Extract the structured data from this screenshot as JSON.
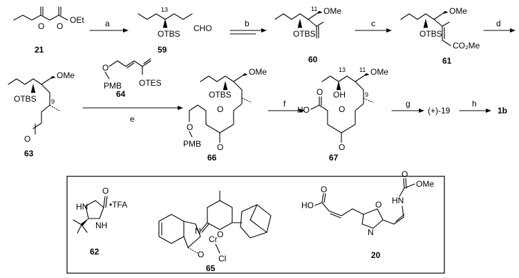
{
  "compounds": {
    "c21": {
      "number": "21",
      "labels": {
        "ester": "OEt",
        "ketone_o": "O",
        "acid_o": "O"
      }
    },
    "c59": {
      "number": "59",
      "labels": {
        "locant": "13",
        "aldehyde": "CHO",
        "otbs": "OTBS"
      }
    },
    "c60": {
      "number": "60",
      "labels": {
        "locant": "11",
        "ome": "OMe",
        "otbs": "OTBS"
      }
    },
    "c61": {
      "number": "61",
      "labels": {
        "ome": "OMe",
        "otbs": "OTBS",
        "ester": "CO₂Me"
      }
    },
    "c63": {
      "number": "63",
      "labels": {
        "ome": "OMe",
        "otbs": "OTBS",
        "locant": "9",
        "aldehyde_o": "O"
      }
    },
    "c64": {
      "number": "64",
      "labels": {
        "o": "O",
        "pmb": "PMB",
        "otes": "OTES"
      }
    },
    "c66": {
      "number": "66",
      "labels": {
        "ome": "OMe",
        "otbs": "OTBS",
        "ring_o": "O",
        "chain_o": "O",
        "pmb": "PMB",
        "ketone_o": "O"
      }
    },
    "c67": {
      "number": "67",
      "labels": {
        "locant13": "13",
        "locant11": "11",
        "locant9": "9",
        "oh": "OH",
        "ome": "OMe",
        "acid_ho": "HO",
        "acid_o": "O",
        "ring_o": "O",
        "ketone_o": "O"
      }
    },
    "c19": {
      "label": "(+)-19"
    },
    "c1b": {
      "label": "1b"
    },
    "c62": {
      "number": "62",
      "labels": {
        "o": "O",
        "hn": "HN",
        "nh": "NH",
        "tfa": "•TFA"
      }
    },
    "c65": {
      "number": "65",
      "labels": {
        "n": "N",
        "cr": "Cr",
        "cl": "Cl",
        "o1": "O",
        "o2": "O"
      }
    },
    "c20": {
      "number": "20",
      "labels": {
        "ho": "HO",
        "o1": "O",
        "o_carb": "O",
        "ome": "OMe",
        "hn": "HN",
        "n": "N",
        "o_ox": "O"
      }
    }
  },
  "steps": {
    "a": "a",
    "b": "b",
    "c": "c",
    "d": "d",
    "e": "e",
    "f": "f",
    "g": "g",
    "h": "h"
  }
}
